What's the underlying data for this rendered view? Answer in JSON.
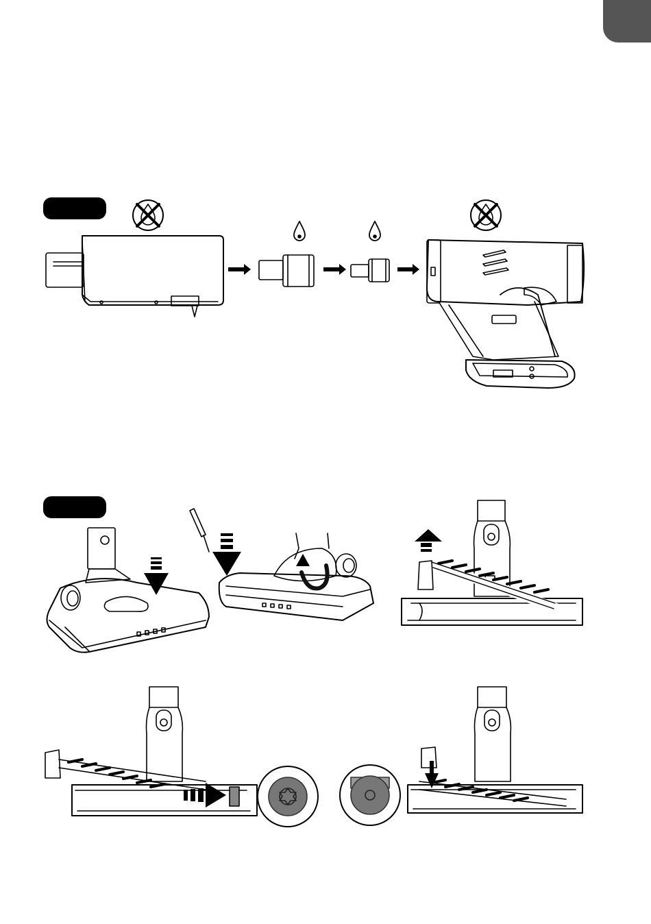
{
  "page": {
    "language_tab_color": "#555555",
    "badge_color": "#000000"
  },
  "section_1": {
    "icons": [
      "no-water-icon",
      "water-drop-icon",
      "water-drop-icon",
      "no-water-icon"
    ],
    "parts": [
      "main-unit-body",
      "filter-large",
      "filter-small",
      "handheld-unit"
    ]
  },
  "section_2": {
    "figures": [
      "floor-brush-press-release",
      "floor-brush-screwdriver-unlock",
      "roller-lift-out",
      "roller-slide-out-detail",
      "roller-insert-detail"
    ],
    "brush_head_label_marks": "▢ ▢ ▢ ▢"
  }
}
